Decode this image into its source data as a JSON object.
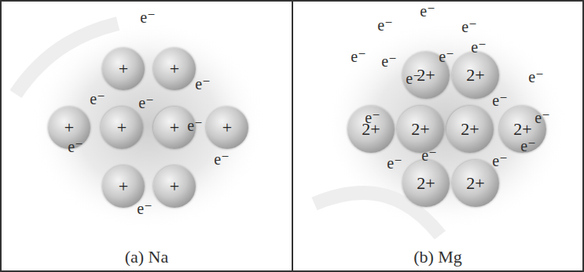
{
  "diagram": {
    "nodes": [
      {
        "text": [
          "(a) Na"
        ]
      },
      {
        "text": [
          "+"
        ],
        "in": 0
      },
      {
        "text": [
          "+"
        ],
        "in": 0
      },
      {
        "text": [
          "+"
        ],
        "in": 0
      },
      {
        "text": [
          "+"
        ],
        "in": 0
      },
      {
        "text": [
          "+"
        ],
        "in": 0
      },
      {
        "text": [
          "+"
        ],
        "in": 0
      },
      {
        "text": [
          "+"
        ],
        "in": 0
      },
      {
        "text": [
          "+"
        ],
        "in": 0
      },
      {
        "text": [
          "(b) Mg"
        ]
      },
      {
        "text": [
          "2+"
        ],
        "in": 9
      },
      {
        "text": [
          "2+"
        ],
        "in": 9
      },
      {
        "text": [
          "2+"
        ],
        "in": 9
      },
      {
        "text": [
          "2+"
        ],
        "in": 9
      },
      {
        "text": [
          "2+"
        ],
        "in": 9
      },
      {
        "text": [
          "2+"
        ],
        "in": 9
      },
      {
        "text": [
          "2+"
        ],
        "in": 9
      },
      {
        "text": [
          "2+"
        ],
        "in": 9
      }
    ],
    "labels": [
      "e⁻",
      "e⁻",
      "e⁻",
      "e⁻",
      "e⁻",
      "e⁻",
      "e⁻",
      "e⁻",
      "e⁻",
      "e⁻",
      "e⁻",
      "e⁻",
      "e⁻",
      "e⁻",
      "e⁻",
      "e⁻",
      "e⁻",
      "e⁻",
      "e⁻",
      "e⁻",
      "e⁻",
      "e⁻",
      "e⁻",
      "e⁻"
    ]
  }
}
